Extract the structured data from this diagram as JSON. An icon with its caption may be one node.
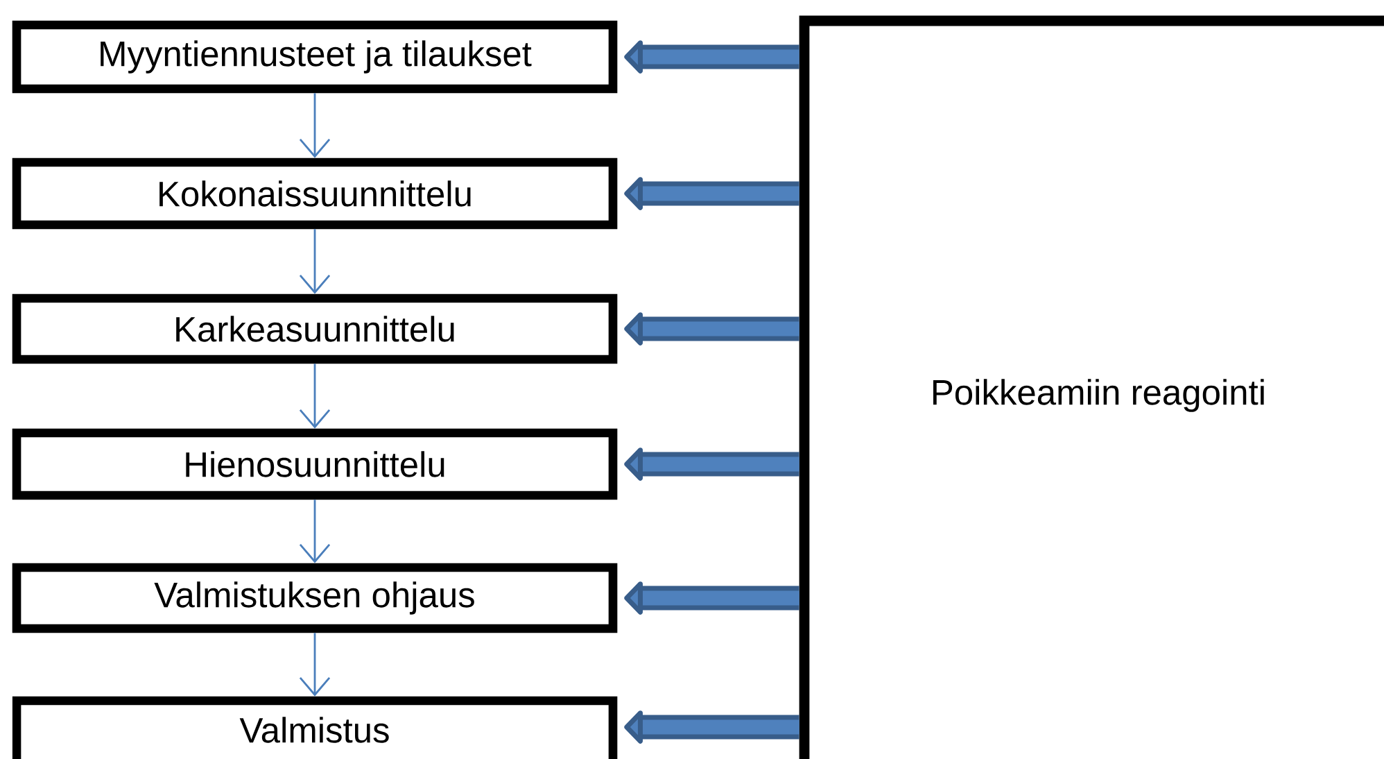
{
  "diagram": {
    "nodes": [
      {
        "text": [
          "Myyntiennusteet ja tilaukset"
        ]
      },
      {
        "text": [
          "Kokonaissuunnittelu"
        ]
      },
      {
        "text": [
          "Karkeasuunnittelu"
        ]
      },
      {
        "text": [
          "Hienosuunnittelu"
        ]
      },
      {
        "text": [
          "Valmistuksen ohjaus"
        ]
      },
      {
        "text": [
          "Valmistus"
        ]
      },
      {
        "text": [
          "Poikkeamiin reagointi"
        ]
      }
    ],
    "edges": [
      {
        "from": 0,
        "to": 1,
        "arrow": "to"
      },
      {
        "from": 1,
        "to": 2,
        "arrow": "to"
      },
      {
        "from": 2,
        "to": 3,
        "arrow": "to"
      },
      {
        "from": 3,
        "to": 4,
        "arrow": "to"
      },
      {
        "from": 4,
        "to": 5,
        "arrow": "to"
      },
      {
        "from": 6,
        "to": 0,
        "arrow": "to"
      },
      {
        "from": 6,
        "to": 1,
        "arrow": "to"
      },
      {
        "from": 6,
        "to": 2,
        "arrow": "to"
      },
      {
        "from": 6,
        "to": 3,
        "arrow": "to"
      },
      {
        "from": 6,
        "to": 4,
        "arrow": "to"
      },
      {
        "from": 6,
        "to": 5,
        "arrow": "to"
      }
    ]
  }
}
